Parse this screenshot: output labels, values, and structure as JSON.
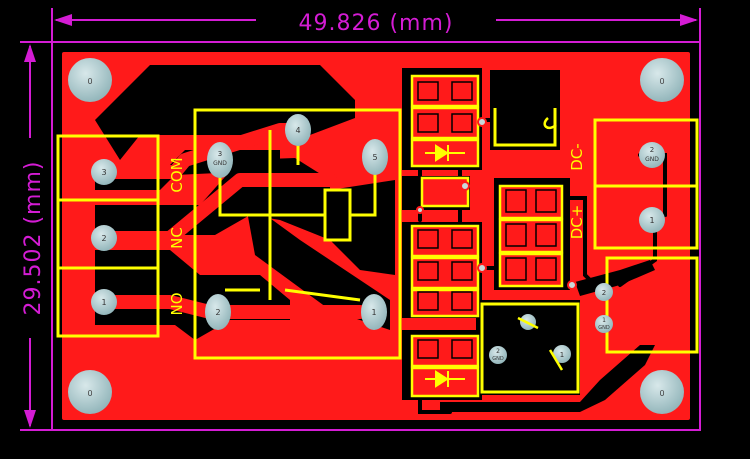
{
  "dimension": {
    "width_label": "49.826 (mm)",
    "height_label": "29.502 (mm)"
  },
  "terminals": {
    "left_pins": [
      "3",
      "2",
      "1"
    ],
    "com_label": "COM",
    "nc_label": "NC",
    "no_label": "NO"
  },
  "relay": {
    "pins": [
      "4",
      "5",
      "2",
      "1"
    ],
    "gnd_pin_num": "3",
    "gnd_label": "GND"
  },
  "mount_holes": [
    "0",
    "0",
    "0",
    "0"
  ],
  "dc_terminal": {
    "pin_top_num": "2",
    "pin_top_label": "GND",
    "pin_bottom": "1",
    "dc_minus_label": "DC-",
    "dc_plus_label": "DC+"
  },
  "jumper_block": {
    "pin_top": "2",
    "pin_bottom_num": "1",
    "pin_bottom_label": "GND"
  },
  "transistor": {
    "pin_gnd_num": "2",
    "gnd_label": "GND",
    "pin_1": "1"
  },
  "colors": {
    "board_outline": "#d41cd4",
    "copper": "#ff1a1a",
    "silkscreen": "#ffff00",
    "pad": "#a8c4c8",
    "background": "#000000"
  }
}
